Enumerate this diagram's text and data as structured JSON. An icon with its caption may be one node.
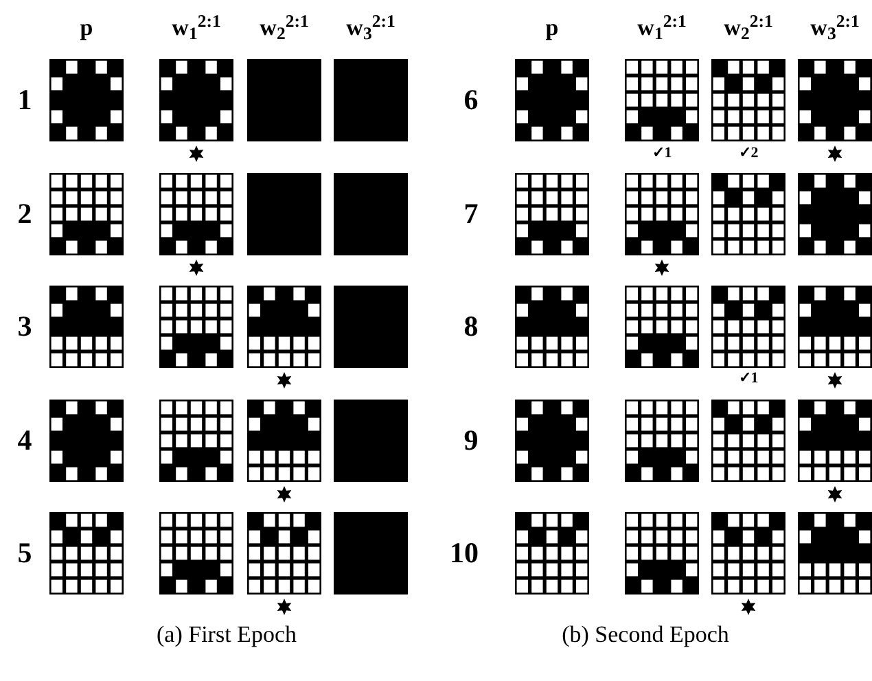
{
  "diagram": {
    "labels": [
      "p",
      "w$_{1}$$^{2:1}$",
      "w$_{2}$$^{2:1}$",
      "w$_{3}$$^{2:1}$",
      "1",
      "2",
      "3",
      "4",
      "5",
      "(a) First Epoch",
      "p",
      "w$_{1}$$^{2:1}$",
      "w$_{2}$$^{2:1}$",
      "w$_{3}$$^{2:1}$",
      "6",
      "✓1",
      "✓2",
      "7",
      "8",
      "✓1",
      "9",
      "10",
      "(b) Second Epoch"
    ]
  }
}
